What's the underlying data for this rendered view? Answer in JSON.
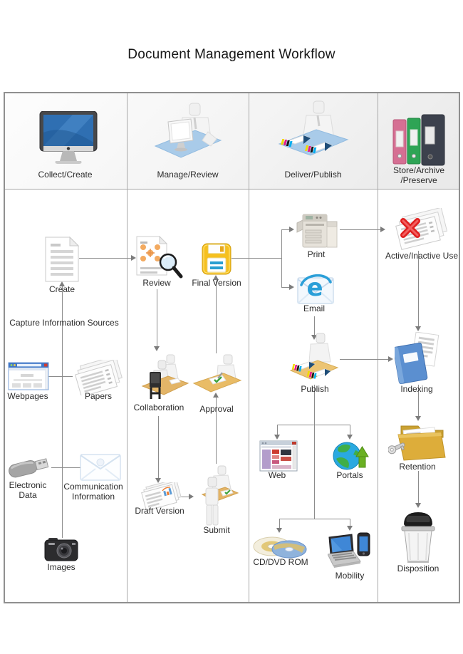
{
  "title": "Document Management Workflow",
  "header": {
    "collect": "Collect/Create",
    "manage": "Manage/Review",
    "deliver": "Deliver/Publish",
    "store": "Store/Archive\n/Preserve"
  },
  "annotation": "Capture Information Sources",
  "nodes": {
    "create": "Create",
    "webpages": "Webpages",
    "papers": "Papers",
    "electronic_data": "Electronic\nData",
    "communication": "Communication\nInformation",
    "images": "Images",
    "review": "Review",
    "final_version": "Final Version",
    "collaboration": "Collaboration",
    "approval": "Approval",
    "draft_version": "Draft Version",
    "submit": "Submit",
    "print": "Print",
    "email": "Email",
    "publish": "Publish",
    "web": "Web",
    "portals": "Portals",
    "cddvd": "CD/DVD ROM",
    "mobility": "Mobility",
    "active_inactive": "Active/Inactive Use",
    "indexing": "Indexing",
    "retention": "Retention",
    "disposition": "Disposition"
  },
  "colors": {
    "connector": "#8c8c8c",
    "table_border": "#8f8f8f",
    "mat_blue": "#a9cbe9",
    "desk_tan": "#e3b466",
    "folder_gold": "#ddad3a",
    "indexing_blue": "#5b8fd0",
    "floppy_yellow": "#f6c61e",
    "red_x": "#e02020",
    "portal_green": "#6ab023",
    "email_blue": "#2b9fd8",
    "binder_pink": "#d56f93",
    "binder_green": "#2ea455",
    "binder_dark": "#3c414d"
  }
}
